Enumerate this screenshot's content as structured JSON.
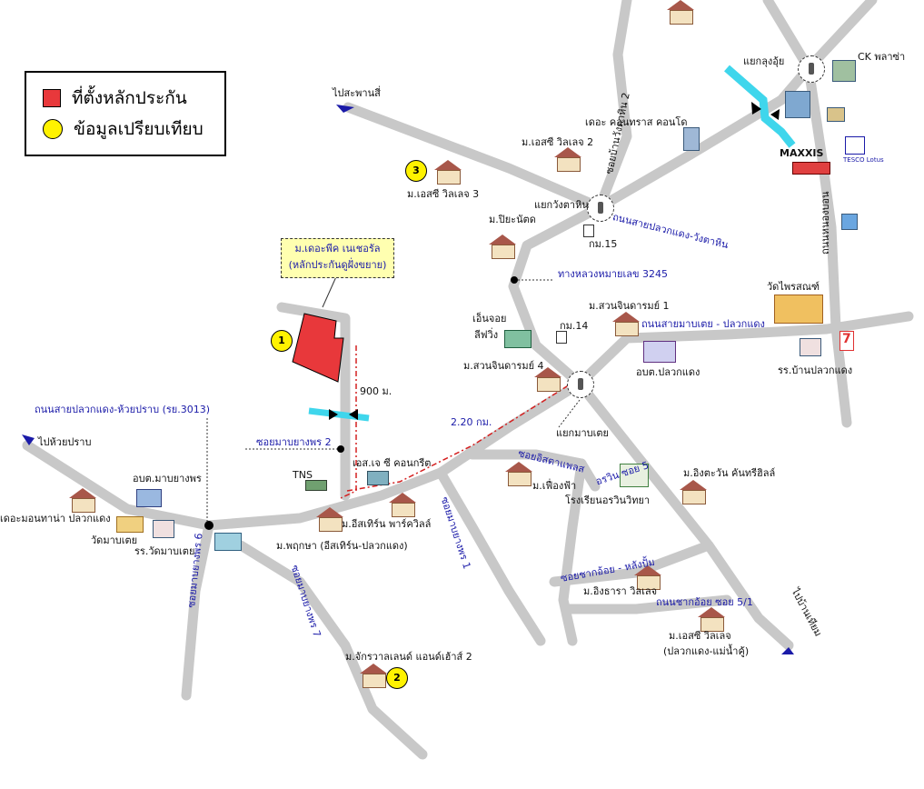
{
  "legend": {
    "collateral": "ที่ตั้งหลักประกัน",
    "comparables": "ข้อมูลเปรียบเทียบ"
  },
  "markers": {
    "m1": "1",
    "m2": "2",
    "m3": "3"
  },
  "callout": {
    "line1": "ม.เดอะพีค เนเชอรัล",
    "line2": "(หลักประกันดูฝั่งขยาย)"
  },
  "labels": {
    "to_saphan_si": "ไปสะพานสี่",
    "to_huai_pong": "ไปห้วยปราบ",
    "to_ban_tiam": "ไปบ้านเทียม",
    "ck_plaza": "CK พลาซ่า",
    "yaek_lung_oi": "แยกลุงอุ้ย",
    "the_conplace": "เดอะ คอนทราส คอนโด",
    "soi_wang_ta_hin": "ซอยบ้านวังตาหิน 2",
    "sc_village2": "ม.เอสซี วิลเลจ 2",
    "sc_village3": "ม.เอสซี วิลเลจ 3",
    "yaek_wang_ta_hin": "แยกวังตาหิน",
    "piyanat": "ม.ปิยะนัตด",
    "km15": "กม.15",
    "road_plk_wang": "ถนนสายปลวกแดง-วังตาหิน",
    "maxxis": "MAXXIS",
    "tesco": "TESCO Lotus",
    "road_right_vertical": "ถนนหนองบอน",
    "highway_3245": "ทางหลวงหมายเลข 3245",
    "suan_jindarom1": "ม.สวนจินดารมย์ 1",
    "wat_phai_son": "วัดไพรสณฑ์",
    "en_joy": "เอ็นจอย",
    "lee_wing": "ลีฟวิ่ง",
    "km14": "กม.14",
    "road_mab_plk": "ถนนสายมาบเตย - ปลวกแดง",
    "suan_jindarom4": "ม.สวนจินดารมย์ 4",
    "obt_plk": "อบต.ปลวกแดง",
    "school_ban_plk": "รร.บ้านปลวกแดง",
    "dist_900": "900 ม.",
    "road_plk_huai": "ถนนสายปลวกแดง-ห้วยปราบ (รย.3013)",
    "dist_220": "2.20 กม.",
    "yaek_mab_toei": "แยกมาบเตย",
    "soi_mab_yang_2": "ซอยมาบยางพร 2",
    "sj_concrete": "เอส.เจ ซี คอนกรีต",
    "tns": "TNS",
    "soi_sittha": "ซอยอิสตาแพลส",
    "orawin_soi5": "อรวิน ซอย 5",
    "ingtawan": "ม.อิงตะวัน คันทรีฮิลล์",
    "mueang_fa": "ม.เฟื่องฟ้า",
    "school_orawin": "โรงเรียนอรวินวิทยา",
    "obt_mab_yang": "อบต.มาบยางพร",
    "deaw_mon": "เดอะมอนทาน่า ปลวกแดง",
    "wat_mab_toei": "วัดมาบเตย",
    "school_wat_mab": "รร.วัดมาบเตย",
    "eastern_park": "ม.อีสเทิร์น พาร์ควิลล์",
    "pruksa": "ม.พฤกษา (อีสเทิร์น-ปลวกแดง)",
    "soi_mab_yang_1": "ซอยมาบยางพร 1",
    "soi_mab_yang_7": "ซอยมาบยางพร 7",
    "soi_mab_yang_6": "ซอยมาบยางพร 6",
    "soi_chak_oi": "ซอยชากอ้อย - หลังปั้ม",
    "ing_thara": "ม.อิงธารา วิลเลจ",
    "road_chak_oi_51": "ถนนชากอ้อย ซอย 5/1",
    "sc_village": "ม.เอสซี วิลเลจ",
    "sc_village_sub": "(ปลวกแดง-แม่น้ำคู้)",
    "jakkrawan": "ม.จักรวาลเลนด์ แอนด์เฮ้าส์ 2",
    "seven": "7"
  },
  "colors": {
    "road": "#c8c8c8",
    "collateral": "#e8383b",
    "marker": "#fff200",
    "label_blue": "#1a1aa8",
    "route_dash": "#d42020",
    "water": "#3fd6ec"
  }
}
